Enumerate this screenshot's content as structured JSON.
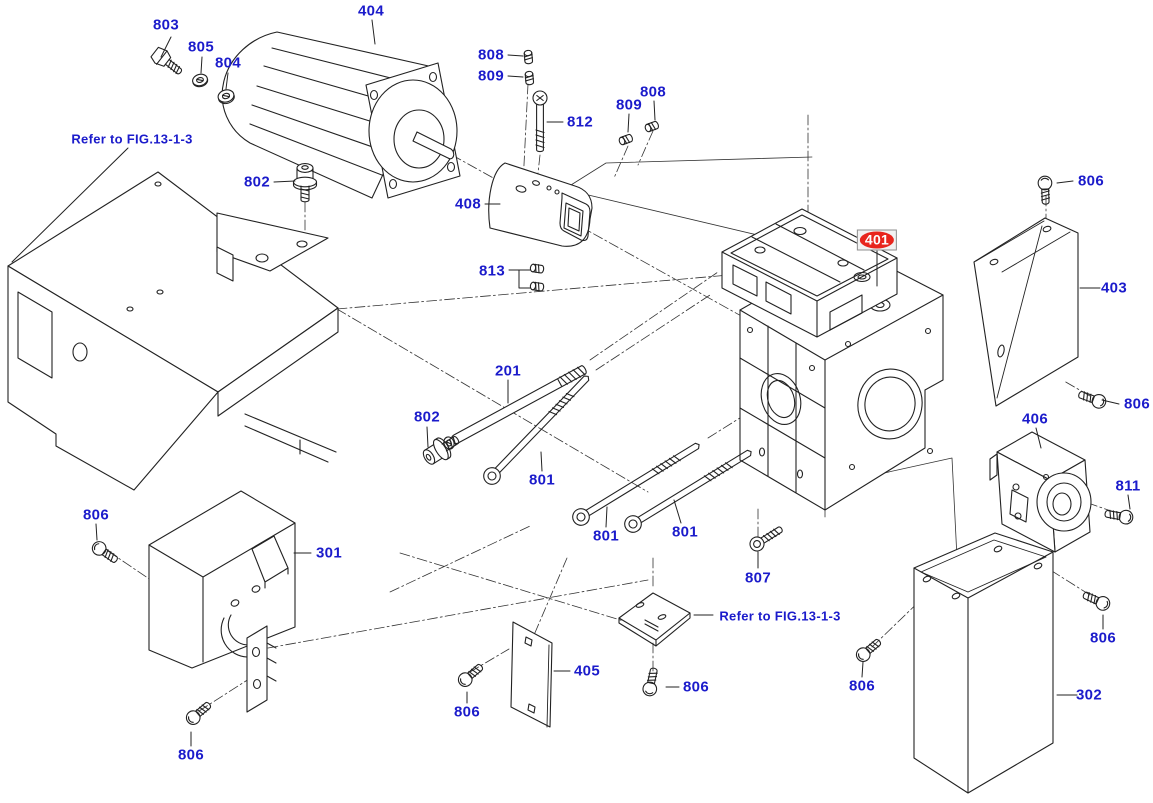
{
  "figure": {
    "kind": "exploded-parts-diagram",
    "highlighted_part": "401",
    "unique_part_numbers": [
      "201",
      "301",
      "302",
      "401",
      "403",
      "404",
      "405",
      "406",
      "408",
      "801",
      "802",
      "803",
      "804",
      "805",
      "806",
      "807",
      "808",
      "809",
      "811",
      "812",
      "813"
    ]
  },
  "colors": {
    "label": "#1b1bcb",
    "line": "#222222",
    "highlight_bg": "#e8251d",
    "highlight_text": "#ffffff",
    "background": "#ffffff"
  },
  "callouts": [
    {
      "text": "803"
    },
    {
      "text": "805"
    },
    {
      "text": "804"
    },
    {
      "text": "404"
    },
    {
      "text": "808"
    },
    {
      "text": "809"
    },
    {
      "text": "812"
    },
    {
      "text": "809"
    },
    {
      "text": "808"
    },
    {
      "text": "Refer to FIG.13-1-3"
    },
    {
      "text": "802"
    },
    {
      "text": "408"
    },
    {
      "text": "813"
    },
    {
      "text": "401"
    },
    {
      "text": "806"
    },
    {
      "text": "403"
    },
    {
      "text": "201"
    },
    {
      "text": "802"
    },
    {
      "text": "801"
    },
    {
      "text": "801"
    },
    {
      "text": "801"
    },
    {
      "text": "806"
    },
    {
      "text": "406"
    },
    {
      "text": "811"
    },
    {
      "text": "806"
    },
    {
      "text": "301"
    },
    {
      "text": "807"
    },
    {
      "text": "Refer to FIG.13-1-3"
    },
    {
      "text": "405"
    },
    {
      "text": "806"
    },
    {
      "text": "806"
    },
    {
      "text": "806"
    },
    {
      "text": "806"
    },
    {
      "text": "302"
    },
    {
      "text": "806"
    }
  ]
}
